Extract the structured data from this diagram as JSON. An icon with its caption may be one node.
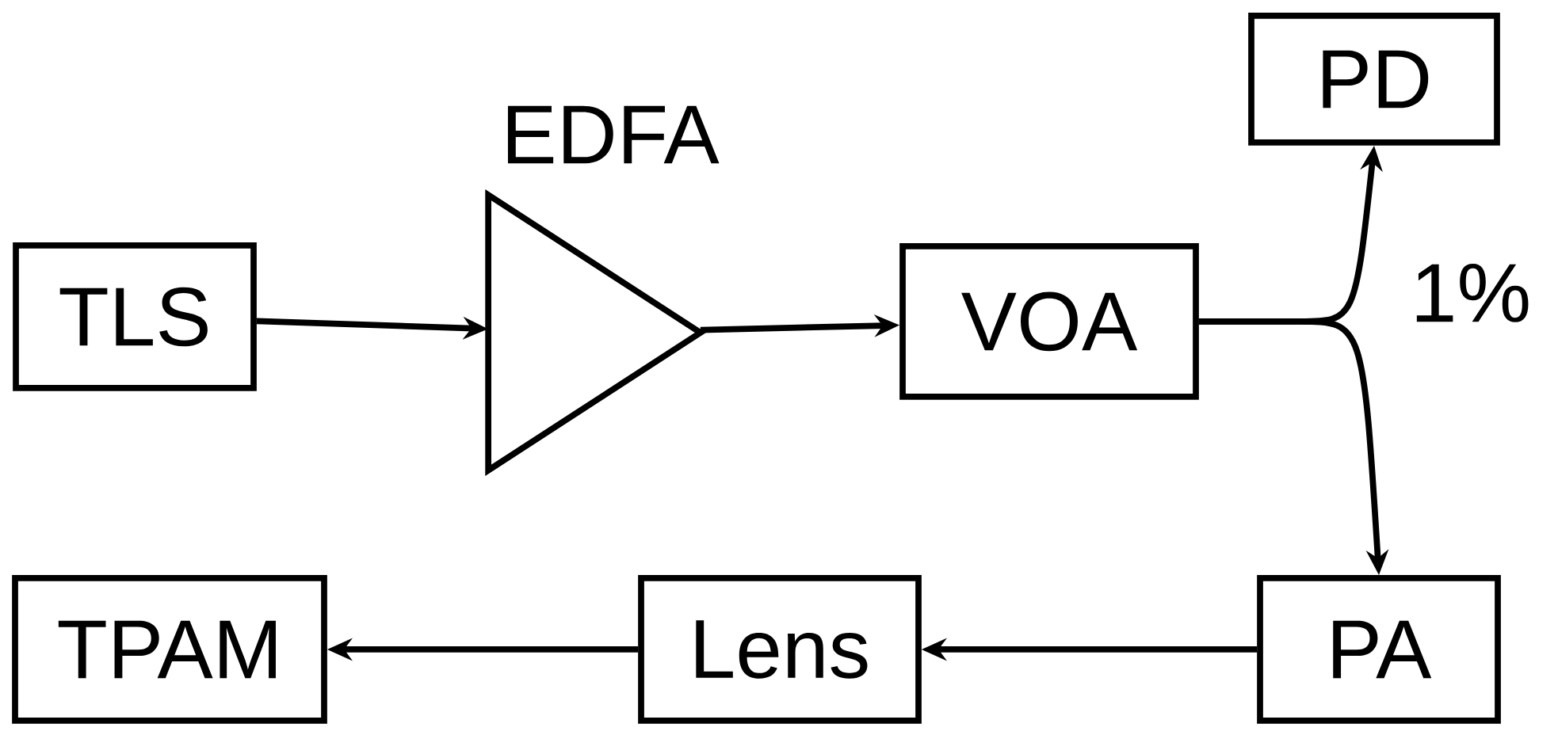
{
  "diagram": {
    "nodes": [
      {
        "text": [
          "TLS"
        ]
      },
      {
        "text": [
          "EDFA"
        ]
      },
      {
        "text": [
          "VOA"
        ]
      },
      {
        "text": [
          "PD"
        ]
      },
      {
        "text": [
          "PA"
        ]
      },
      {
        "text": [
          "Lens"
        ]
      },
      {
        "text": [
          "TPAM"
        ]
      }
    ],
    "edges": [
      {
        "from": 0,
        "to": 1,
        "arrow": "to"
      },
      {
        "from": 1,
        "to": 2,
        "arrow": "to"
      },
      {
        "from": 2,
        "to": 3,
        "arrow": "to",
        "label": "1%"
      },
      {
        "from": 2,
        "to": 4,
        "arrow": "to"
      },
      {
        "from": 4,
        "to": 5,
        "arrow": "to"
      },
      {
        "from": 5,
        "to": 6,
        "arrow": "to"
      }
    ]
  }
}
